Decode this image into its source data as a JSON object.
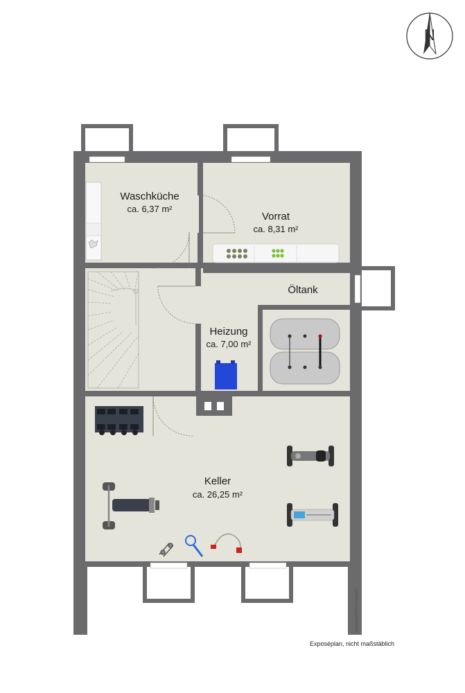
{
  "compass": {
    "label": "N",
    "icon": "north-arrow-icon"
  },
  "rooms": {
    "waschkueche": {
      "name": "Waschküche",
      "area": "ca. 6,37 m²"
    },
    "vorrat": {
      "name": "Vorrat",
      "area": "ca. 8,31 m²"
    },
    "oeltank": {
      "name": "Öltank"
    },
    "heizung": {
      "name": "Heizung",
      "area": "ca. 7,00 m²"
    },
    "keller": {
      "name": "Keller",
      "area": "ca. 26,25 m²"
    }
  },
  "footer": {
    "note": "Exposéplan, nicht maßstäblich",
    "credit": "Illustration©ImmoGrafik"
  },
  "colors": {
    "wall": "#6b6b6e",
    "floor": "#e5e4da",
    "boiler": "#2347d6",
    "window": "#ffffff"
  },
  "icons": [
    "north-arrow-icon",
    "washing-machine-icon",
    "shelf-icon",
    "oil-tank-icon",
    "boiler-icon",
    "dumbbell-rack-icon",
    "exercise-bike-icon",
    "rowing-machine-icon",
    "weight-bench-icon",
    "hand-grip-icon",
    "jump-rope-icon",
    "staircase-icon"
  ]
}
